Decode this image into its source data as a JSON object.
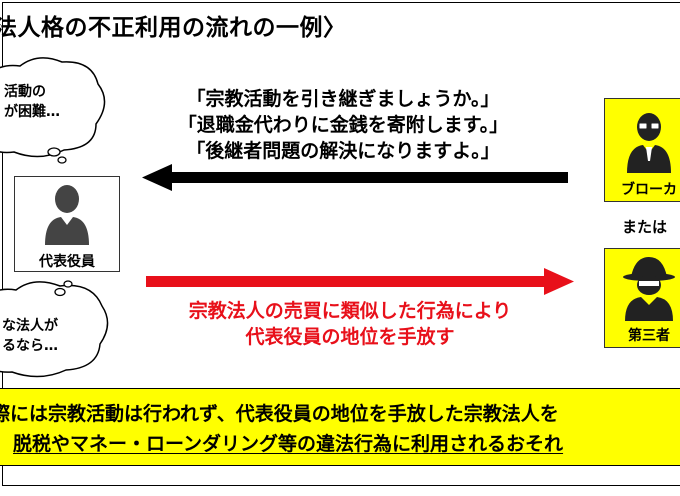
{
  "title": "法人格の不正利用の流れの一例〉",
  "quote_lines": [
    "「宗教活動を引き継ぎましょうか。」",
    "「退職金代わりに金銭を寄附します。」",
    "「後継者問題の解決になりますよ。」"
  ],
  "red_lines": [
    "宗教法人の売買に類似した行為により",
    "代表役員の地位を手放す"
  ],
  "thought_top": [
    "活動の",
    "が困難…"
  ],
  "thought_bottom": [
    "な法人が",
    "るなら…"
  ],
  "labels": {
    "representative": "代表役員",
    "broker": "ブローカ",
    "or": "または",
    "third_party": "第三者"
  },
  "bottom_lines": [
    "際には宗教活動は行われず、代表役員の地位を手放した宗教法人を",
    "脱税やマネー・ローンダリング等の違法行為に利用されるおそれ"
  ],
  "colors": {
    "highlight": "#ffff00",
    "red_arrow": "#e8101a",
    "black_arrow": "#000000",
    "person": "#444444"
  },
  "icons": [
    "person-icon",
    "broker-glasses-icon",
    "spy-hat-icon",
    "thought-bubble-icon"
  ]
}
